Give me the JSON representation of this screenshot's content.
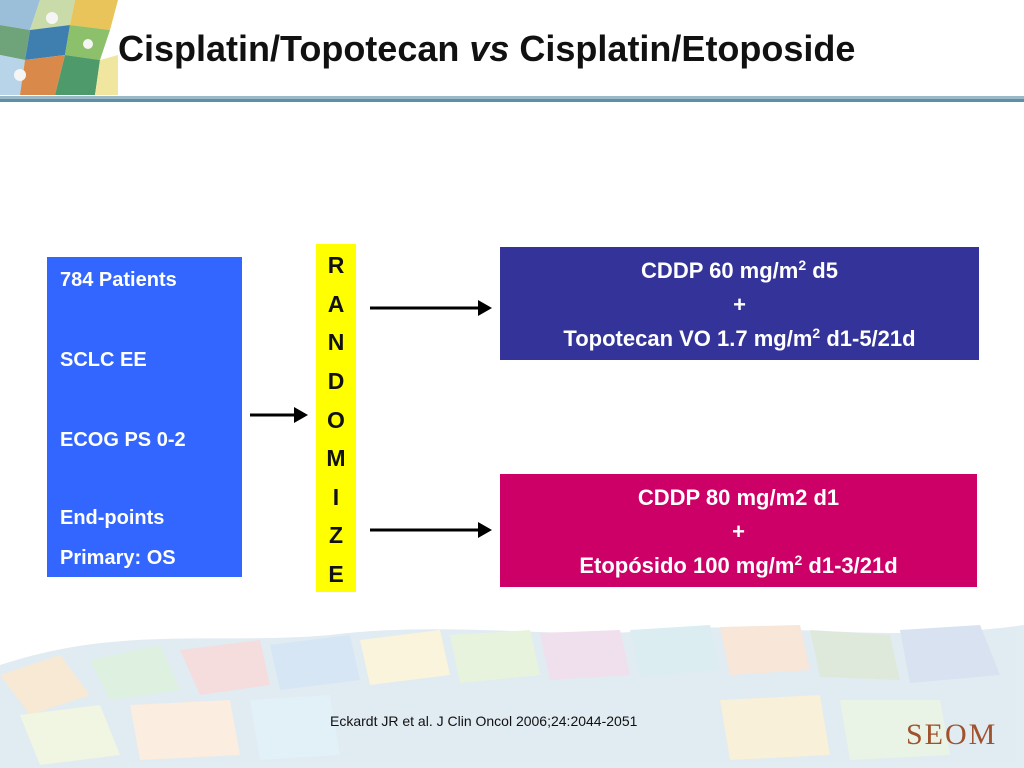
{
  "slide": {
    "title_part1": "Cisplatin/Topotecan ",
    "title_vs": "vs",
    "title_part2": " Cisplatin/Etoposide"
  },
  "patients_box": {
    "line1": "784 Patients",
    "line2": "SCLC EE",
    "line3": "ECOG PS 0-2",
    "line4": "End-points",
    "line5": "Primary: OS"
  },
  "randomize_letters": [
    "R",
    "A",
    "N",
    "D",
    "O",
    "M",
    "I",
    "Z",
    "E"
  ],
  "arm_top": {
    "l1_a": "CDDP 60 mg/m",
    "l1_sup": "2",
    "l1_b": " d5",
    "l2": "+",
    "l3_a": "Topotecan VO 1.7 mg/m",
    "l3_sup": "2",
    "l3_b": " d1-5/21d"
  },
  "arm_bottom": {
    "l1": "CDDP 80 mg/m2 d1",
    "l2": "+",
    "l3_a": "Etopósido 100 mg/m",
    "l3_sup": "2",
    "l3_b": " d1-3/21d"
  },
  "citation": "Eckardt JR et al. J Clin Oncol 2006;24:2044-2051",
  "logo_text": "SEOM",
  "colors": {
    "patients_bg": "#3366ff",
    "randomize_bg": "#ffff00",
    "arm_top_bg": "#333399",
    "arm_bottom_bg": "#cc0066",
    "rule": "#5b8fa6"
  }
}
